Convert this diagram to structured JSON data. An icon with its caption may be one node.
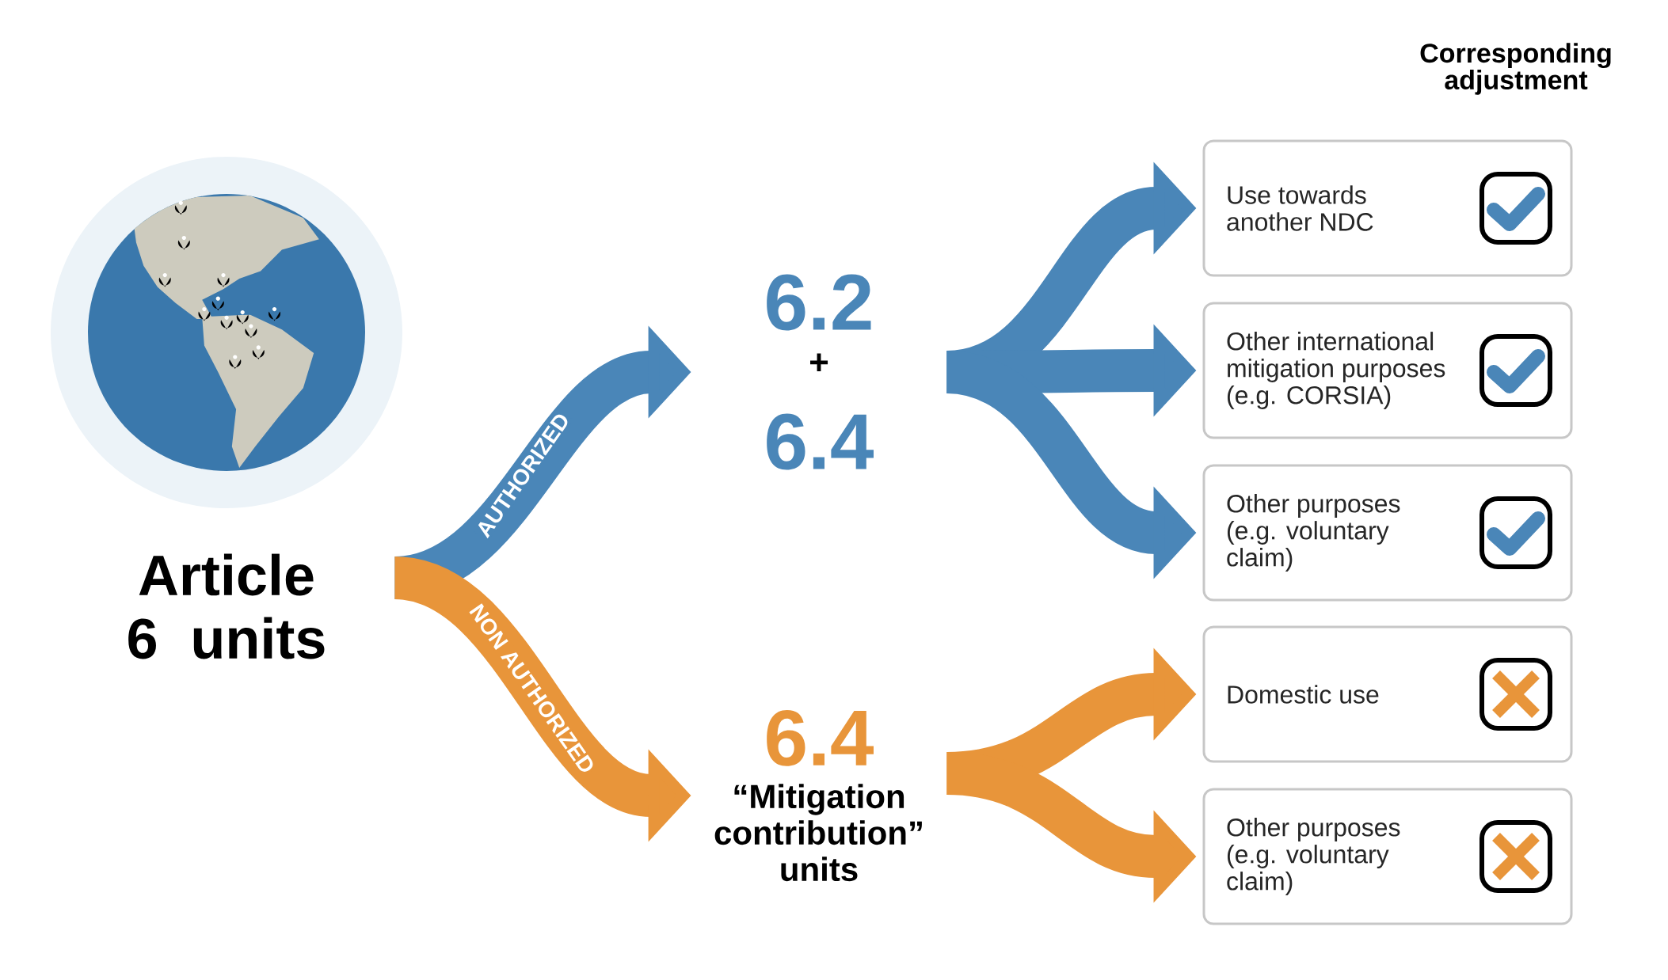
{
  "diagram": {
    "nodes": [
      {
        "text": [
          "Article 6 units"
        ]
      },
      {
        "text": [
          "6.2",
          "+",
          "6.4"
        ]
      },
      {
        "text": [
          "6.4",
          "“Mitigation contribution” units"
        ]
      },
      {
        "text": [
          "Use towards another NDC"
        ]
      },
      {
        "text": [
          "Other international mitigation purposes (e.g. CORSIA)"
        ]
      },
      {
        "text": [
          "Other purposes (e.g. voluntary claim)"
        ]
      },
      {
        "text": [
          "Domestic use"
        ]
      },
      {
        "text": [
          "Other purposes (e.g. voluntary claim)"
        ]
      }
    ],
    "edges": [
      {
        "from": 0,
        "to": 1,
        "arrow": "to",
        "label": "AUTHORIZED"
      },
      {
        "from": 0,
        "to": 2,
        "arrow": "to",
        "label": "NON AUTHORIZED",
        "color": "#e8953a"
      },
      {
        "from": 1,
        "to": 3,
        "arrow": "to"
      },
      {
        "from": 1,
        "to": 4,
        "arrow": "to"
      },
      {
        "from": 1,
        "to": 5,
        "arrow": "to"
      },
      {
        "from": 2,
        "to": 6,
        "arrow": "to",
        "color": "#e8953a"
      },
      {
        "from": 2,
        "to": 7,
        "arrow": "to",
        "color": "#e8953a"
      }
    ],
    "labels": [
      "Corresponding adjustment"
    ]
  }
}
